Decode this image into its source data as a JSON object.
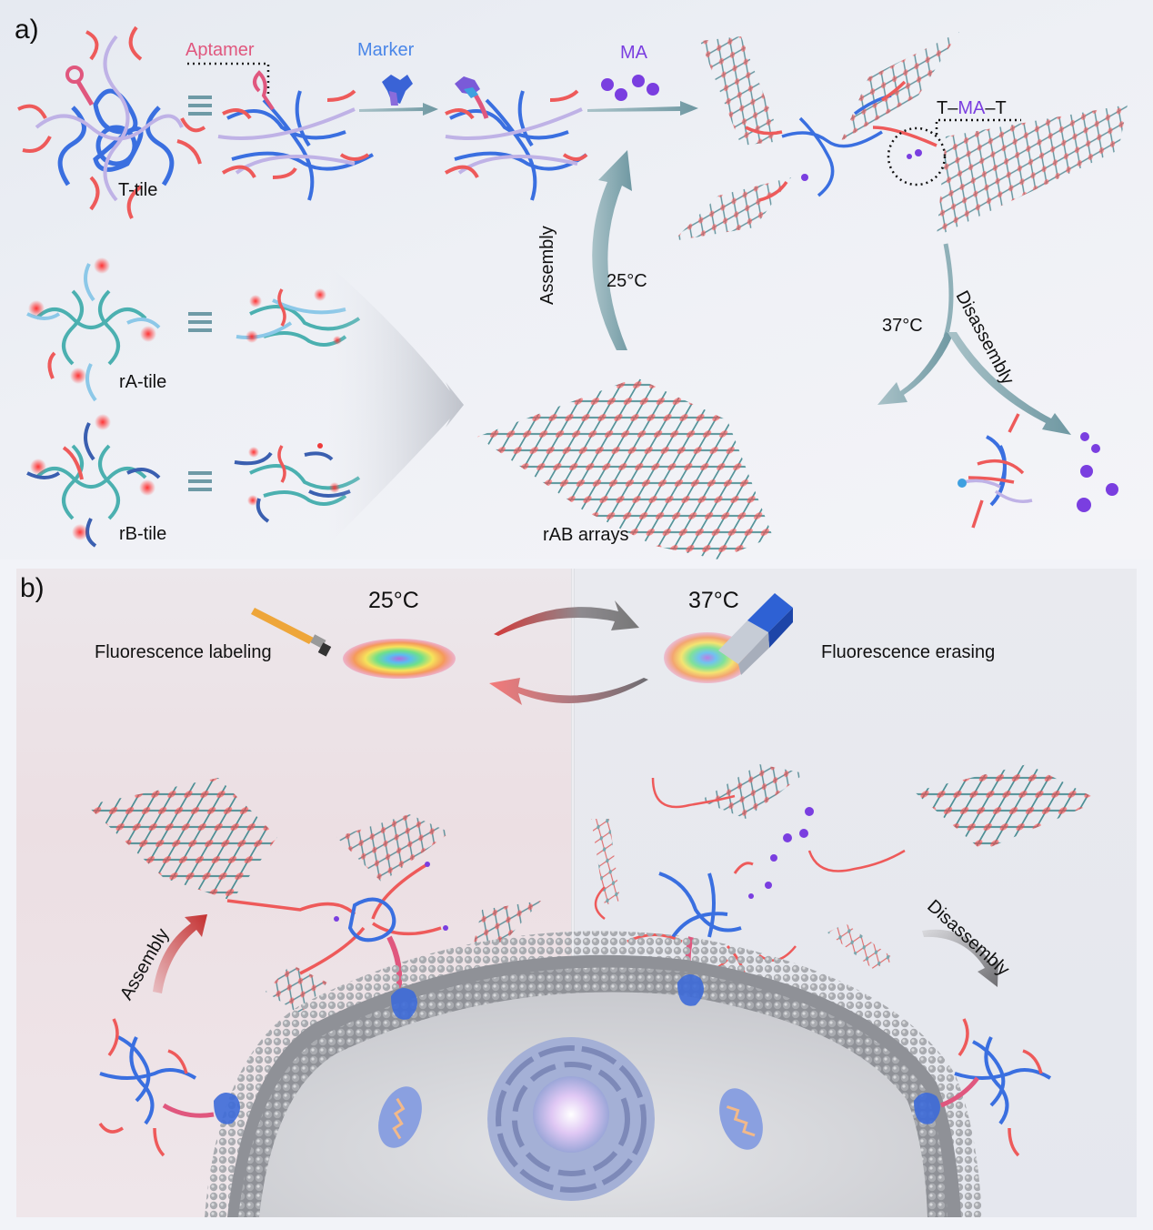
{
  "panel_a": {
    "label": "a)",
    "tiles": {
      "t_tile": "T-tile",
      "ra_tile": "rA-tile",
      "rb_tile": "rB-tile"
    },
    "aptamer_label": "Aptamer",
    "marker_label": "Marker",
    "ma_label": "MA",
    "complex_label": {
      "prefix": "T–",
      "mid": "MA",
      "suffix": "–T"
    },
    "assembly_label": "Assembly",
    "assembly_temp": "25°C",
    "disassembly_label": "Disassembly",
    "disassembly_temp": "37°C",
    "array_label": "rAB arrays",
    "equiv_symbol": "≡"
  },
  "panel_b": {
    "label": "b)",
    "left_temp": "25°C",
    "right_temp": "37°C",
    "left_caption": "Fluorescence labeling",
    "right_caption": "Fluorescence erasing",
    "assembly_label": "Assembly",
    "disassembly_label": "Disassembly"
  },
  "colors": {
    "aptamer": "#e0577e",
    "marker": "#4a86e8",
    "ma": "#7a3ee0",
    "arrow_teal": "#7fa3ad",
    "strand_red": "#ee5a5a",
    "strand_blue": "#3a6fe0",
    "strand_lilac": "#b9a9e6",
    "strand_teal": "#4bb0b0",
    "membrane": "#9a9ca2"
  }
}
